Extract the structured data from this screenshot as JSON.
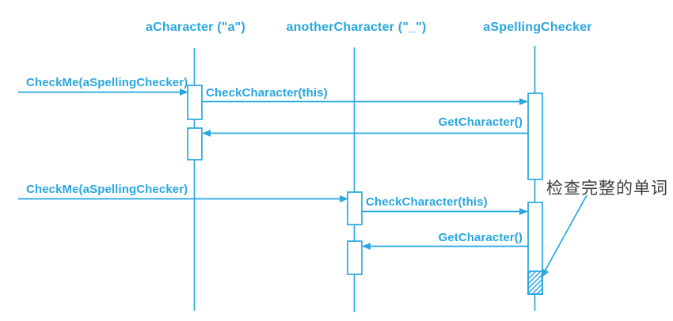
{
  "diagram": {
    "type": "uml-sequence-diagram",
    "colors": {
      "accent": "#29a7df",
      "annotation_text": "#3c3c3c",
      "background": "#ffffff"
    },
    "lifelines": [
      {
        "label": "aCharacter (\"a\")"
      },
      {
        "label": "anotherCharacter (\"_\")"
      },
      {
        "label": "aSpellingChecker"
      }
    ],
    "messages": [
      {
        "label": "CheckMe(aSpellingChecker)",
        "from": "external",
        "to": "aCharacter"
      },
      {
        "label": "CheckCharacter(this)",
        "from": "aCharacter",
        "to": "aSpellingChecker"
      },
      {
        "label": "GetCharacter()",
        "from": "aSpellingChecker",
        "to": "aCharacter"
      },
      {
        "label": "CheckMe(aSpellingChecker)",
        "from": "external",
        "to": "anotherCharacter"
      },
      {
        "label": "CheckCharacter(this)",
        "from": "anotherCharacter",
        "to": "aSpellingChecker"
      },
      {
        "label": "GetCharacter()",
        "from": "aSpellingChecker",
        "to": "anotherCharacter"
      }
    ],
    "annotation": {
      "label": "检查完整的单词",
      "target": "hatched-activation-region"
    }
  }
}
